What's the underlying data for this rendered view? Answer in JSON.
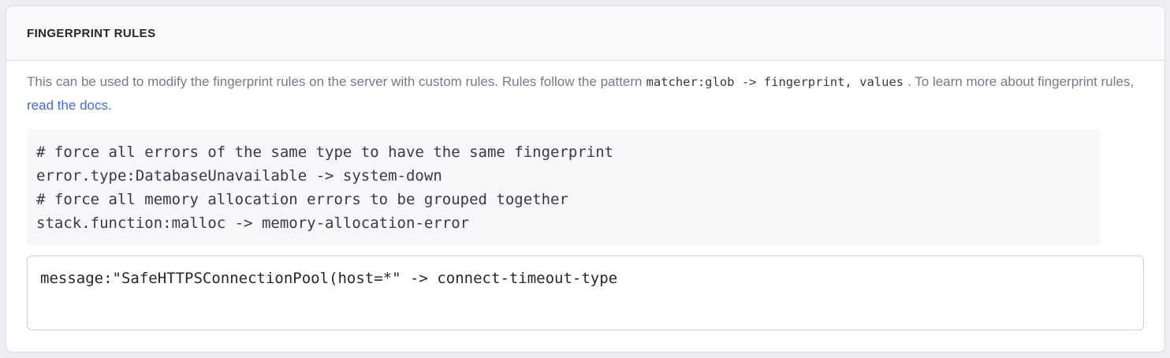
{
  "panel": {
    "title": "FINGERPRINT RULES",
    "description": {
      "text_before": "This can be used to modify the fingerprint rules on the server with custom rules. Rules follow the pattern",
      "pattern_code": "matcher:glob -> fingerprint, values",
      "text_middle": ". To learn more about fingerprint rules,",
      "link_text": " read the docs."
    },
    "example_code": "# force all errors of the same type to have the same fingerprint\nerror.type:DatabaseUnavailable -> system-down\n# force all memory allocation errors to be grouped together\nstack.function:malloc -> memory-allocation-error",
    "rules_input_value": "message:\"SafeHTTPSConnectionPool(host=*\" -> connect-timeout-type"
  },
  "colors": {
    "link": "#3a6ce2",
    "title": "#2b2233",
    "muted": "#80758f",
    "code-text": "#3e3649",
    "card-border": "#e0dce5",
    "field-border": "#d1cdd6",
    "code-bg": "#f7f6f9",
    "header-bg": "#faf9fb",
    "page-bg": "#f0eef3"
  }
}
